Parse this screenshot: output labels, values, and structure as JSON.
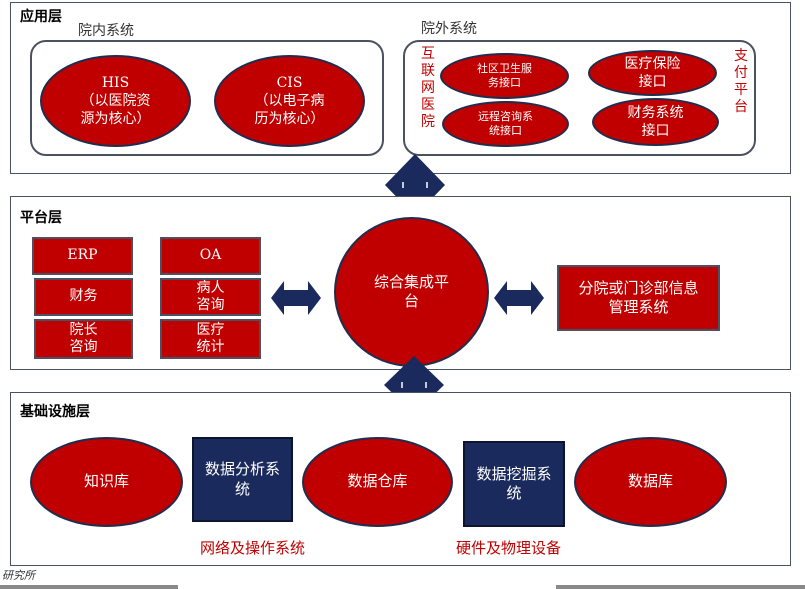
{
  "application_layer": {
    "title": "应用层",
    "inner_group_label": "院内系统",
    "outer_group_label": "院外系统",
    "his": "HIS\n（以医院资\n源为核心）",
    "cis": "CIS\n（以电子病\n历为核心）",
    "left_vertical": "互联网医院",
    "right_vertical": "支付平台",
    "community": "社区卫生服\n务接口",
    "remote": "远程咨询系\n统接口",
    "insurance": "医疗保险\n接口",
    "finance_if": "财务系统\n接口"
  },
  "platform_layer": {
    "title": "平台层",
    "erp": "ERP",
    "oa": "OA",
    "caiwu": "财务",
    "patient": "病人\n咨询",
    "dean": "院长\n咨询",
    "stats": "医疗\n统计",
    "center": "综合集成平\n台",
    "branch": "分院或门诊部信息\n管理系统"
  },
  "infra_layer": {
    "title": "基础设施层",
    "knowledge": "知识库",
    "analysis": "数据分析系\n统",
    "warehouse": "数据仓库",
    "mining": "数据挖掘系\n统",
    "database": "数据库",
    "network": "网络及操作系统",
    "hardware": "硬件及物理设备"
  },
  "footer": {
    "source": "研究所"
  },
  "colors": {
    "red": "#c00000",
    "navy": "#1b2a5c",
    "border": "#4b5160"
  }
}
